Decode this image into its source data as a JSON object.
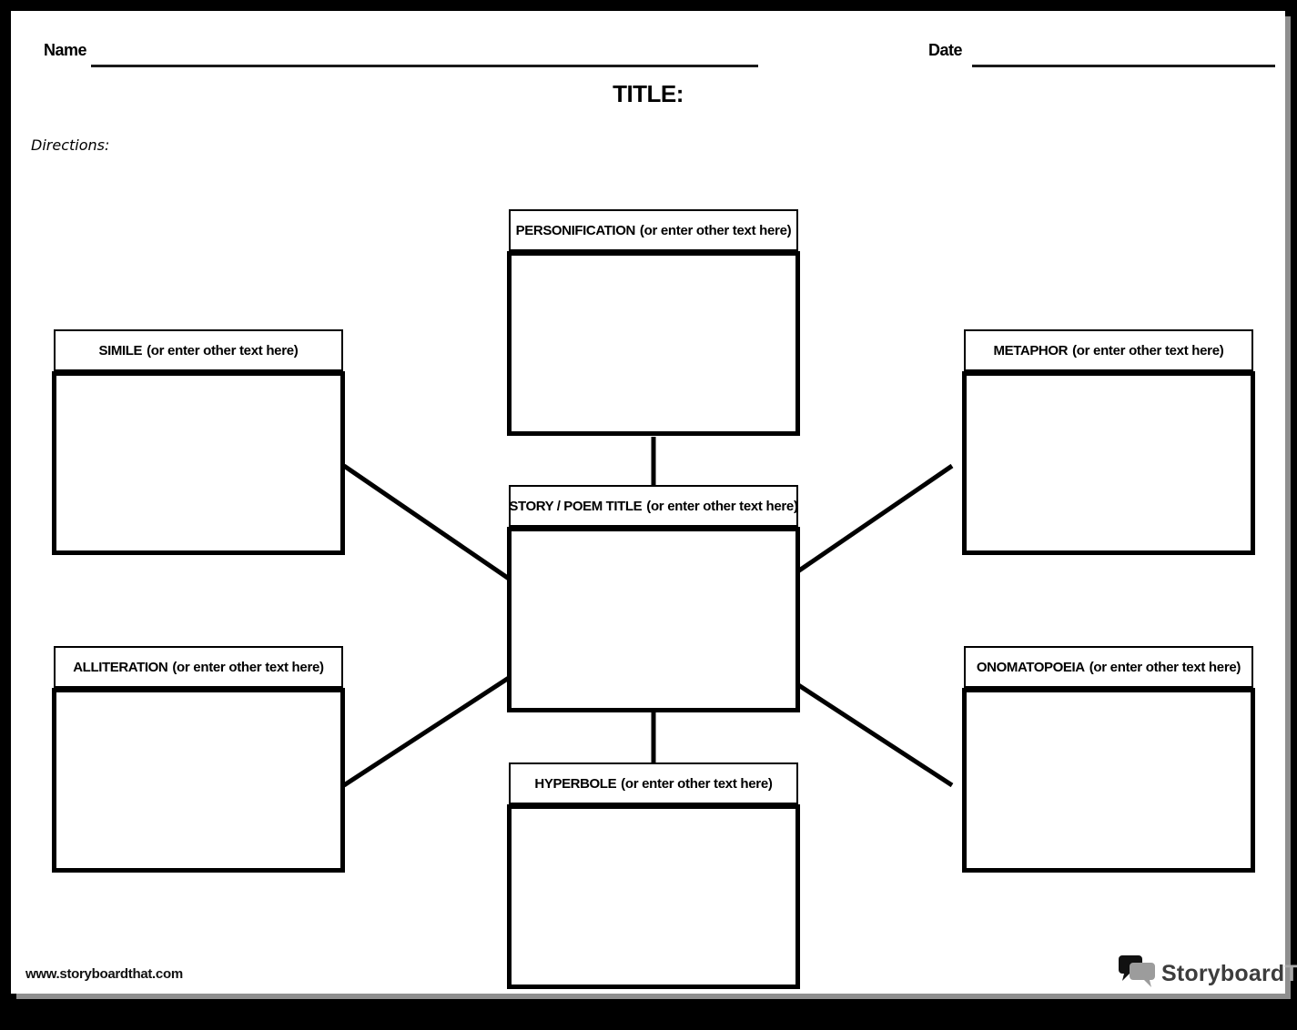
{
  "header": {
    "name_label": "Name",
    "date_label": "Date",
    "title_label": "TITLE:",
    "directions_label": "Directions:"
  },
  "diagram": {
    "personification": {
      "keyword": "PERSONIFICATION",
      "suffix": "(or enter other text here)"
    },
    "simile": {
      "keyword": "SIMILE",
      "suffix": "(or enter other text here)"
    },
    "metaphor": {
      "keyword": "METAPHOR",
      "suffix": "(or enter other text here)"
    },
    "story": {
      "keyword": "STORY / POEM TITLE",
      "suffix": "(or enter other text here)"
    },
    "alliteration": {
      "keyword": "ALLITERATION",
      "suffix": "(or enter other text here)"
    },
    "onomatopoeia": {
      "keyword": "ONOMATOPOEIA",
      "suffix": "(or enter other text here)"
    },
    "hyperbole": {
      "keyword": "HYPERBOLE",
      "suffix": "(or enter other text here)"
    }
  },
  "footer": {
    "website": "www.storyboardthat.com",
    "logo_text_primary": "Storyboard",
    "logo_text_secondary": "That",
    "logo_icon": "speech-bubbles-icon"
  },
  "colors": {
    "frame": "#000000",
    "paper": "#ffffff",
    "paper_shadow": "#8f8f8f",
    "line": "#000000",
    "logo_primary": "#3d3d3d",
    "logo_secondary": "#a9a9a9"
  }
}
